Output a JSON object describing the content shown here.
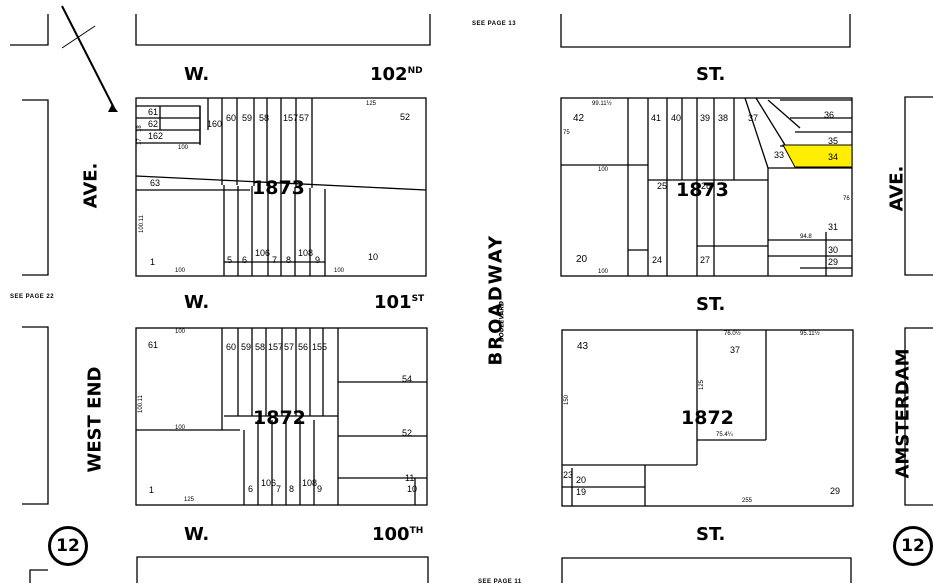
{
  "streets": {
    "w102_prefix": "W.",
    "w102_name": "102",
    "w102_sup": "ND",
    "w102_suffix": "ST.",
    "w101_prefix": "W.",
    "w101_name": "101",
    "w101_sup": "ST",
    "w101_suffix": "ST.",
    "w100_prefix": "W.",
    "w100_name": "100",
    "w100_sup": "TH",
    "w100_suffix": "ST.",
    "broadway": "BROADWAY",
    "boulevard": "BOULEVARD",
    "west_end": "WEST END",
    "ave_left": "AVE.",
    "amsterdam": "AMSTERDAM",
    "ave_right": "AVE."
  },
  "page_refs": {
    "top": "SEE PAGE 13",
    "left": "SEE PAGE 22",
    "bottom": "SEE PAGE 11"
  },
  "sections": {
    "left": "12",
    "right": "12"
  },
  "blocks": {
    "top_left": "1873",
    "top_right": "1873",
    "bottom_left": "1872",
    "bottom_right": "1872"
  },
  "lots": {
    "tl": [
      "61",
      "62",
      "162",
      "17",
      "18",
      "63",
      "1",
      "160",
      "60",
      "59",
      "58",
      "157",
      "57",
      "52",
      "5",
      "6",
      "106",
      "7",
      "8",
      "108",
      "9",
      "10"
    ],
    "tr": [
      "42",
      "41",
      "40",
      "39",
      "38",
      "37",
      "36",
      "35",
      "34",
      "33",
      "31",
      "30",
      "29",
      "20",
      "24",
      "27",
      "25",
      "26"
    ],
    "bl": [
      "61",
      "60",
      "59",
      "58",
      "157",
      "57",
      "56",
      "155",
      "54",
      "52",
      "1",
      "6",
      "106",
      "7",
      "8",
      "108",
      "9",
      "10",
      "11"
    ],
    "br": [
      "43",
      "37",
      "20",
      "19",
      "23",
      "29"
    ]
  },
  "dims": {
    "tl": [
      "100",
      "125",
      "100.11",
      "100",
      "100"
    ],
    "tr": [
      "99.11½",
      "100",
      "75",
      "100",
      "76",
      "94.8"
    ],
    "bl": [
      "100",
      "125",
      "100",
      "100.11"
    ],
    "br": [
      "76.0½",
      "95.11½",
      "150",
      "125",
      "75.4¼",
      "255"
    ]
  },
  "colors": {
    "highlight": "#ffee00",
    "ink": "#000000",
    "paper": "#ffffff"
  }
}
